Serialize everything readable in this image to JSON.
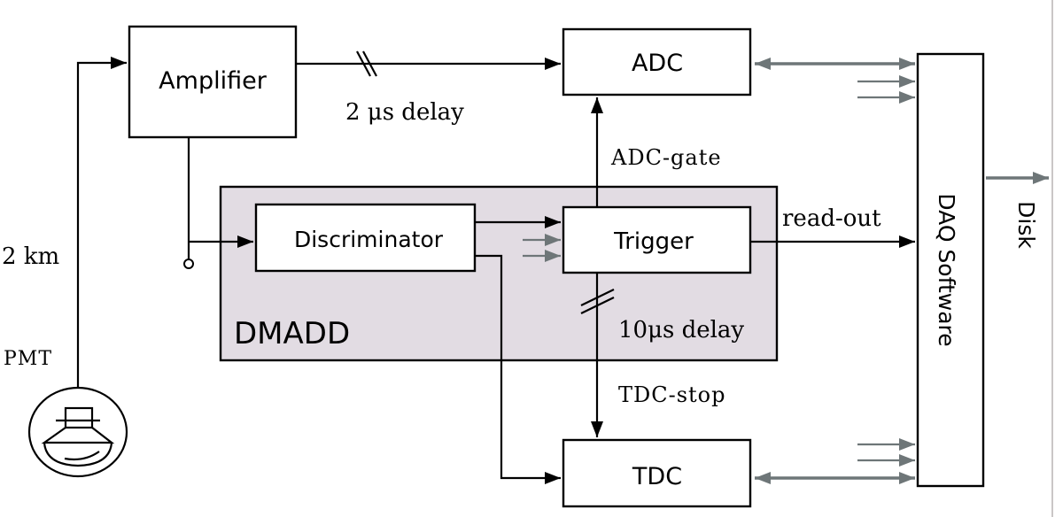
{
  "diagram": {
    "colors": {
      "dmadd_fill": "#e2dce3",
      "line": "#000000",
      "data_arrow": "#6e7678",
      "background": "#ffffff"
    },
    "blocks": {
      "amplifier": "Amplifier",
      "adc": "ADC",
      "discriminator": "Discriminator",
      "trigger": "Trigger",
      "tdc": "TDC",
      "daq": "DAQ Software",
      "dmadd": "DMADD"
    },
    "labels": {
      "cable_length": "2 km",
      "pmt": "PMT",
      "amp_delay": "2 μs delay",
      "adc_gate": "ADC-gate",
      "read_out": "read-out",
      "trigger_delay": "10μs delay",
      "tdc_stop": "TDC-stop",
      "disk": "Disk"
    },
    "icons": {
      "pmt": "photomultiplier-tube-icon"
    }
  }
}
